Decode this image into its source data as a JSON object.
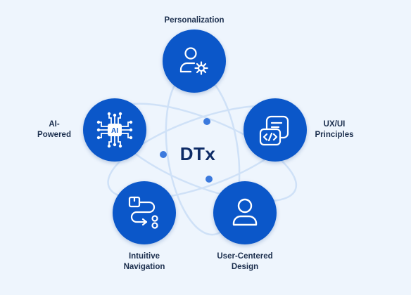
{
  "center": {
    "title": "DTx"
  },
  "nodes": {
    "personalization": {
      "label": "Personalization",
      "icon": "user-gear-icon"
    },
    "ux_ui": {
      "line1": "UX/UI",
      "line2": "Principles",
      "icon": "code-window-icon"
    },
    "user_centered": {
      "line1": "User-Centered",
      "line2": "Design",
      "icon": "user-icon"
    },
    "navigation": {
      "line1": "Intuitive",
      "line2": "Navigation",
      "icon": "route-icon"
    },
    "ai": {
      "line1": "AI-",
      "line2": "Powered",
      "icon": "ai-chip-icon",
      "chip_text": "AI"
    }
  },
  "colors": {
    "background": "#eef5fd",
    "node_fill": "#0b57c9",
    "orbit": "#cfe1f7",
    "center_text": "#0d2b66",
    "label_text": "#1c2f4e"
  }
}
